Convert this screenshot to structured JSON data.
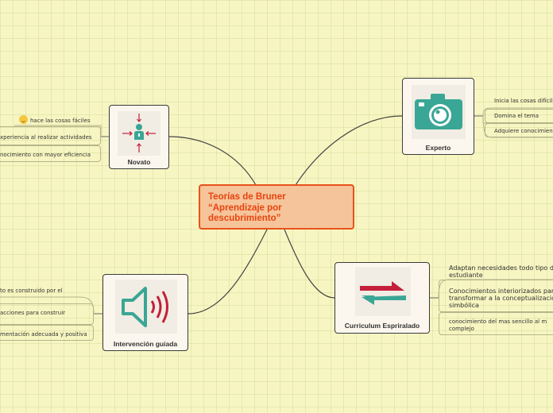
{
  "central": {
    "line1": "Teorías de Bruner",
    "line2": "“Aprendizaje por",
    "line3": "descubrimiento”"
  },
  "novato": {
    "label": "Novato",
    "icon": "person-arrows-icon",
    "items": [
      "hace las cosas fáciles",
      "xperiencia al realizar actividades",
      "nocimiento con mayor eficiencia"
    ]
  },
  "experto": {
    "label": "Experto",
    "icon": "camera-icon",
    "items": [
      "Inicia las cosas difícil",
      "Domina el tema",
      "Adquiere conocimien"
    ]
  },
  "intervencion": {
    "label": "Intervención guiada",
    "icon": "speaker-icon",
    "items": [
      "to es construido por el",
      "acciones para construir",
      "mentación adecuada y positiva"
    ]
  },
  "curriculum": {
    "label": "Curriculum Espriralado",
    "icon": "swap-arrows-icon",
    "items": [
      "Adaptan necesidades todo tipo d estudiante",
      "Conocimientos interiorizados par transformar a la conceptualizació simbólica",
      "conocimiento del mas sencillo al m complejo"
    ]
  },
  "colors": {
    "background": "#f7f6c2",
    "central_fill": "#f5c49a",
    "central_border": "#e8521a",
    "teal": "#3aa695",
    "red": "#c51f3a"
  }
}
